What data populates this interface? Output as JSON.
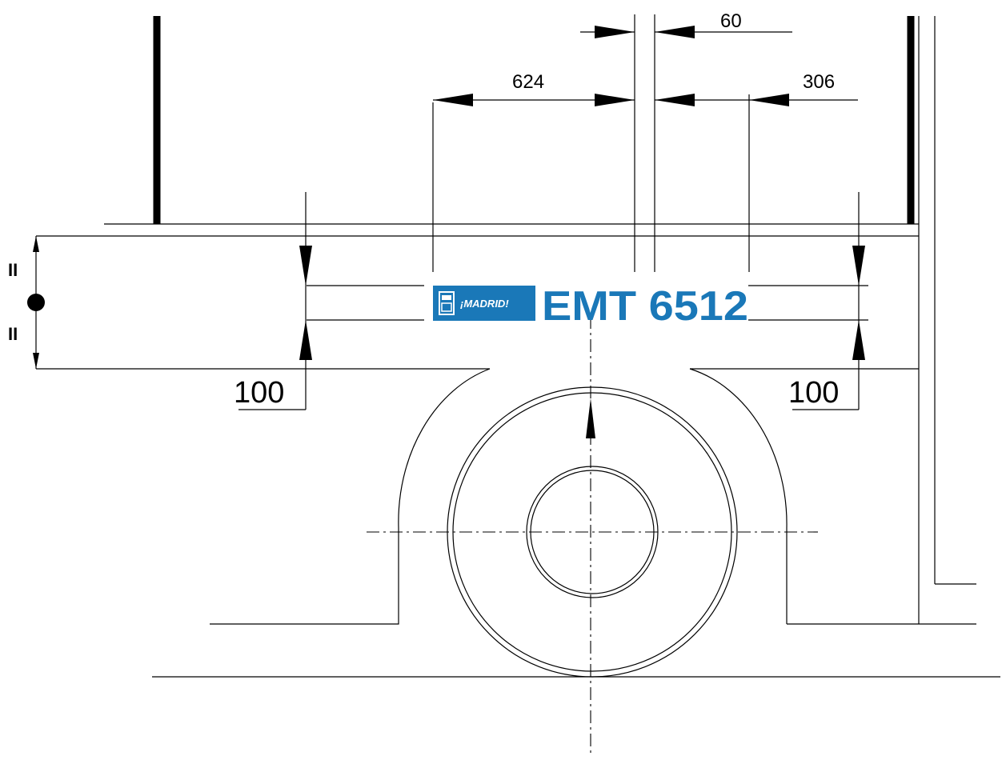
{
  "dimensions": {
    "top_gap": "60",
    "left_span": "624",
    "right_span": "306",
    "left_margin": "100",
    "right_margin": "100"
  },
  "symmetry_marks": {
    "upper": "II",
    "lower": "II"
  },
  "plate": {
    "logo_text": "¡MADRID!",
    "label": "EMT 6512",
    "brand_color": "#1a78b8"
  },
  "icons": [
    "madrid-crest-icon",
    "symmetry-dot-icon"
  ]
}
